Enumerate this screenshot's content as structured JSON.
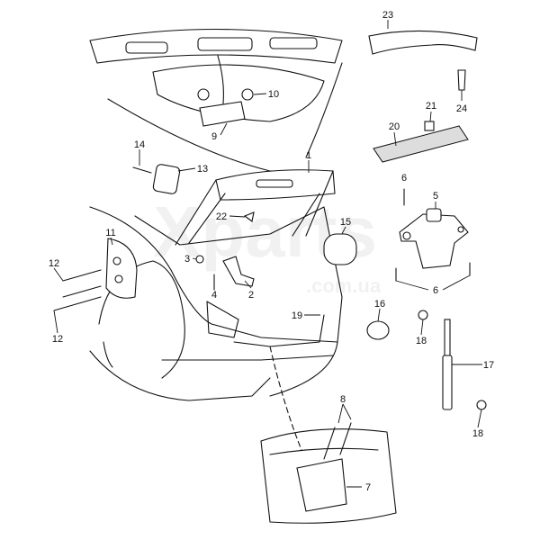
{
  "watermark": {
    "brand": "Xparts",
    "domain": ".com.ua"
  },
  "callouts": [
    {
      "id": "c23",
      "label": "23"
    },
    {
      "id": "c24",
      "label": "24"
    },
    {
      "id": "c10",
      "label": "10"
    },
    {
      "id": "c9",
      "label": "9"
    },
    {
      "id": "c21",
      "label": "21"
    },
    {
      "id": "c20",
      "label": "20"
    },
    {
      "id": "c14",
      "label": "14"
    },
    {
      "id": "c13",
      "label": "13"
    },
    {
      "id": "c1",
      "label": "1"
    },
    {
      "id": "c6a",
      "label": "6"
    },
    {
      "id": "c5",
      "label": "5"
    },
    {
      "id": "c22",
      "label": "22"
    },
    {
      "id": "c15",
      "label": "15"
    },
    {
      "id": "c11",
      "label": "11"
    },
    {
      "id": "c3",
      "label": "3"
    },
    {
      "id": "c12a",
      "label": "12"
    },
    {
      "id": "c4",
      "label": "4"
    },
    {
      "id": "c2",
      "label": "2"
    },
    {
      "id": "c6b",
      "label": "6"
    },
    {
      "id": "c16",
      "label": "16"
    },
    {
      "id": "c19",
      "label": "19"
    },
    {
      "id": "c12b",
      "label": "12"
    },
    {
      "id": "c18a",
      "label": "18"
    },
    {
      "id": "c17",
      "label": "17"
    },
    {
      "id": "c8",
      "label": "8"
    },
    {
      "id": "c7",
      "label": "7"
    },
    {
      "id": "c18b",
      "label": "18"
    }
  ]
}
